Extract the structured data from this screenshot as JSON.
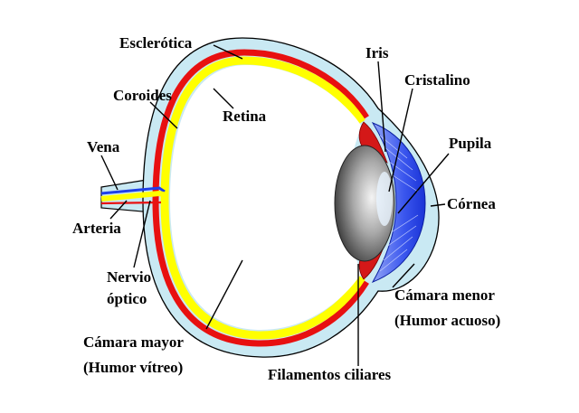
{
  "labels": {
    "esclerotica": "Esclerótica",
    "coroides": "Coroides",
    "retina": "Retina",
    "vena": "Vena",
    "arteria": "Arteria",
    "nervio_1": "Nervio",
    "nervio_2": "óptico",
    "camara_mayor_1": "Cámara mayor",
    "camara_mayor_2": "(Humor vítreo)",
    "iris": "Iris",
    "cristalino": "Cristalino",
    "pupila": "Pupila",
    "cornea": "Córnea",
    "camara_menor_1": "Cámara menor",
    "camara_menor_2": "(Humor acuoso)",
    "filamentos": "Filamentos ciliares"
  },
  "colors": {
    "sclera": "#c9e9f3",
    "choroid": "#e81010",
    "retina": "#ffff00",
    "vitreous": "#ffffff",
    "iris_blue": "#1f3fe8",
    "lens_dark": "#3a3a3a",
    "lens_light": "#f0f0f0",
    "ciliary": "#d41818"
  }
}
